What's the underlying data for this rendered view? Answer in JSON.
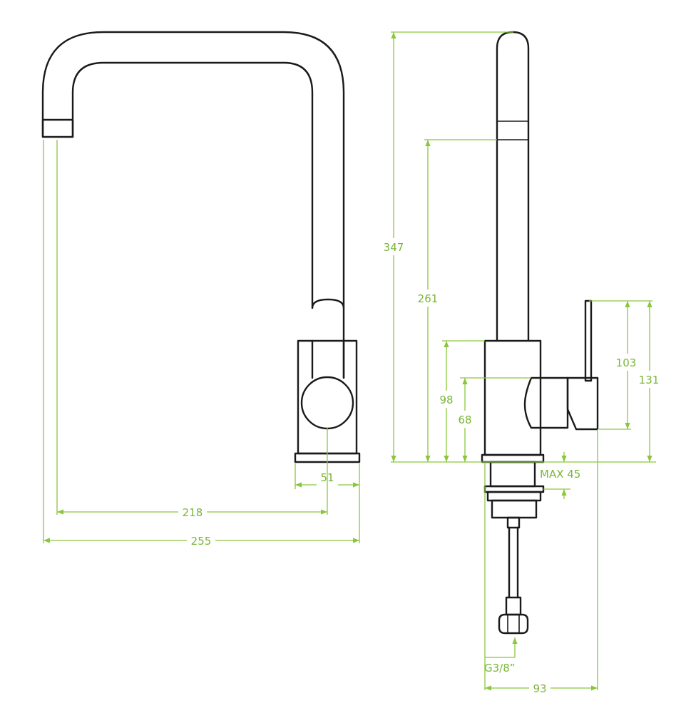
{
  "colors": {
    "outline": "#1a1a1a",
    "dimension": "#8cc63f",
    "label": "#7ab539",
    "background": "#ffffff"
  },
  "dimensions": {
    "base_width": "51",
    "spout_reach": "218",
    "overall_width": "255",
    "overall_height": "347",
    "spout_height": "261",
    "lever_axis_height": "98",
    "handle_center_height": "68",
    "handle_range": "103",
    "handle_height": "131",
    "max_counter_thickness": "MAX 45",
    "connection_thread": "G3/8”",
    "body_depth": "93"
  }
}
